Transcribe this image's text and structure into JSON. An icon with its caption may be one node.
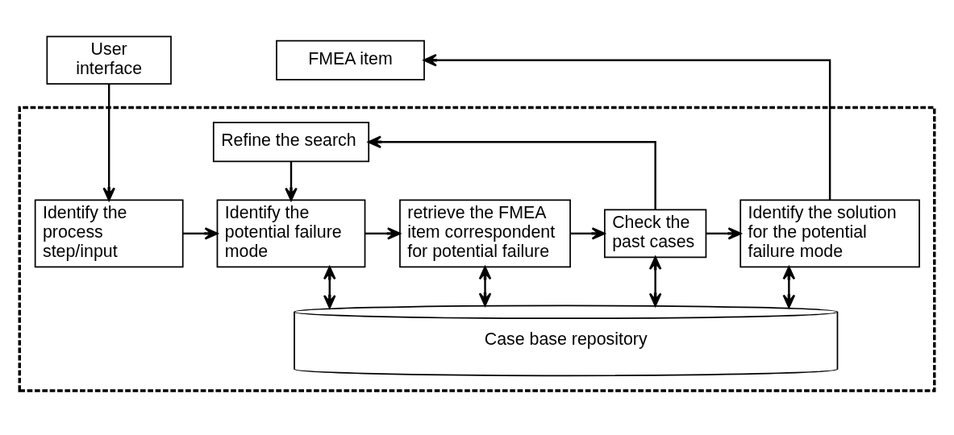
{
  "diagram": {
    "nodes": [
      {
        "text": [
          "User interface"
        ]
      },
      {
        "text": [
          "FMEA item"
        ]
      },
      {
        "text": [],
        "shape": "box"
      },
      {
        "text": [
          "Refine the search"
        ],
        "in": 2
      },
      {
        "text": [
          "Identify the process step/input"
        ],
        "in": 2
      },
      {
        "text": [
          "Identify the potential failure mode"
        ],
        "in": 2
      },
      {
        "text": [
          "retrieve the FMEA item correspondent for potential failure"
        ],
        "in": 2
      },
      {
        "text": [
          "Check the past cases"
        ],
        "in": 2
      },
      {
        "text": [
          "Identify the solution for the potential failure mode"
        ],
        "in": 2
      },
      {
        "text": [
          "Case base repository"
        ],
        "in": 2
      }
    ],
    "edges": [
      {
        "from": 0,
        "to": 4,
        "arrow": "to"
      },
      {
        "from": 3,
        "to": 5,
        "arrow": "to"
      },
      {
        "from": 7,
        "to": 3,
        "arrow": "to"
      },
      {
        "from": 4,
        "to": 5,
        "arrow": "to"
      },
      {
        "from": 5,
        "to": 6,
        "arrow": "to"
      },
      {
        "from": 6,
        "to": 7,
        "arrow": "to"
      },
      {
        "from": 7,
        "to": 8,
        "arrow": "to"
      },
      {
        "from": 8,
        "to": 1,
        "arrow": "to"
      },
      {
        "from": 5,
        "to": 9,
        "arrow": "both"
      },
      {
        "from": 6,
        "to": 9,
        "arrow": "both"
      },
      {
        "from": 7,
        "to": 9,
        "arrow": "both"
      },
      {
        "from": 8,
        "to": 9,
        "arrow": "both"
      }
    ]
  }
}
